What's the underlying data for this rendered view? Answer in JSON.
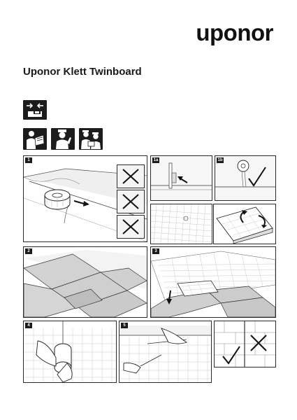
{
  "brand": {
    "logo_text": "uponor"
  },
  "document": {
    "title": "Uponor Klett Twinboard"
  },
  "pictograms": [
    {
      "id": "read-installation-guide",
      "icon": "arrows-to-book-icon"
    },
    {
      "id": "installer-reading",
      "icon": "person-reading-icon"
    },
    {
      "id": "installer-thinking",
      "icon": "person-thinking-icon"
    },
    {
      "id": "two-installers",
      "icon": "two-persons-icon"
    }
  ],
  "steps": [
    {
      "id": "step-1",
      "number": "1"
    },
    {
      "id": "step-1a",
      "number": "1a"
    },
    {
      "id": "step-1b",
      "number": "1b"
    },
    {
      "id": "step-2",
      "number": "2"
    },
    {
      "id": "step-3",
      "number": "3"
    },
    {
      "id": "step-4",
      "number": "4"
    },
    {
      "id": "step-5",
      "number": "5"
    }
  ],
  "indicators": {
    "correct": "check-mark-icon",
    "wrong": "cross-mark-icon"
  }
}
